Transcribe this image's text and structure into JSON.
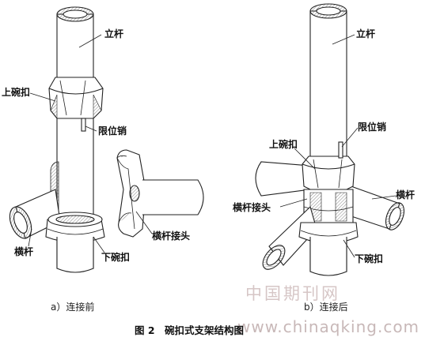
{
  "labels": {
    "a_vertical_pole": "立杆",
    "a_upper_bowl": "上碗扣",
    "a_limit_pin": "限位销",
    "a_horizontal_bar": "横杆",
    "a_lower_bowl": "下碗扣",
    "a_bar_joint": "横杆接头",
    "b_vertical_pole": "立杆",
    "b_limit_pin": "限位销",
    "b_upper_bowl": "上碗扣",
    "b_horizontal_bar": "横杆",
    "b_bar_joint": "横杆接头",
    "b_lower_bowl": "下碗扣"
  },
  "captions": {
    "sub_a": "a）连接前",
    "sub_b": "b）连接后",
    "figure": "图 2　碗扣式支架结构图"
  },
  "watermark": {
    "cn": "中国期刊网",
    "en": "www.chinaqking.com"
  }
}
